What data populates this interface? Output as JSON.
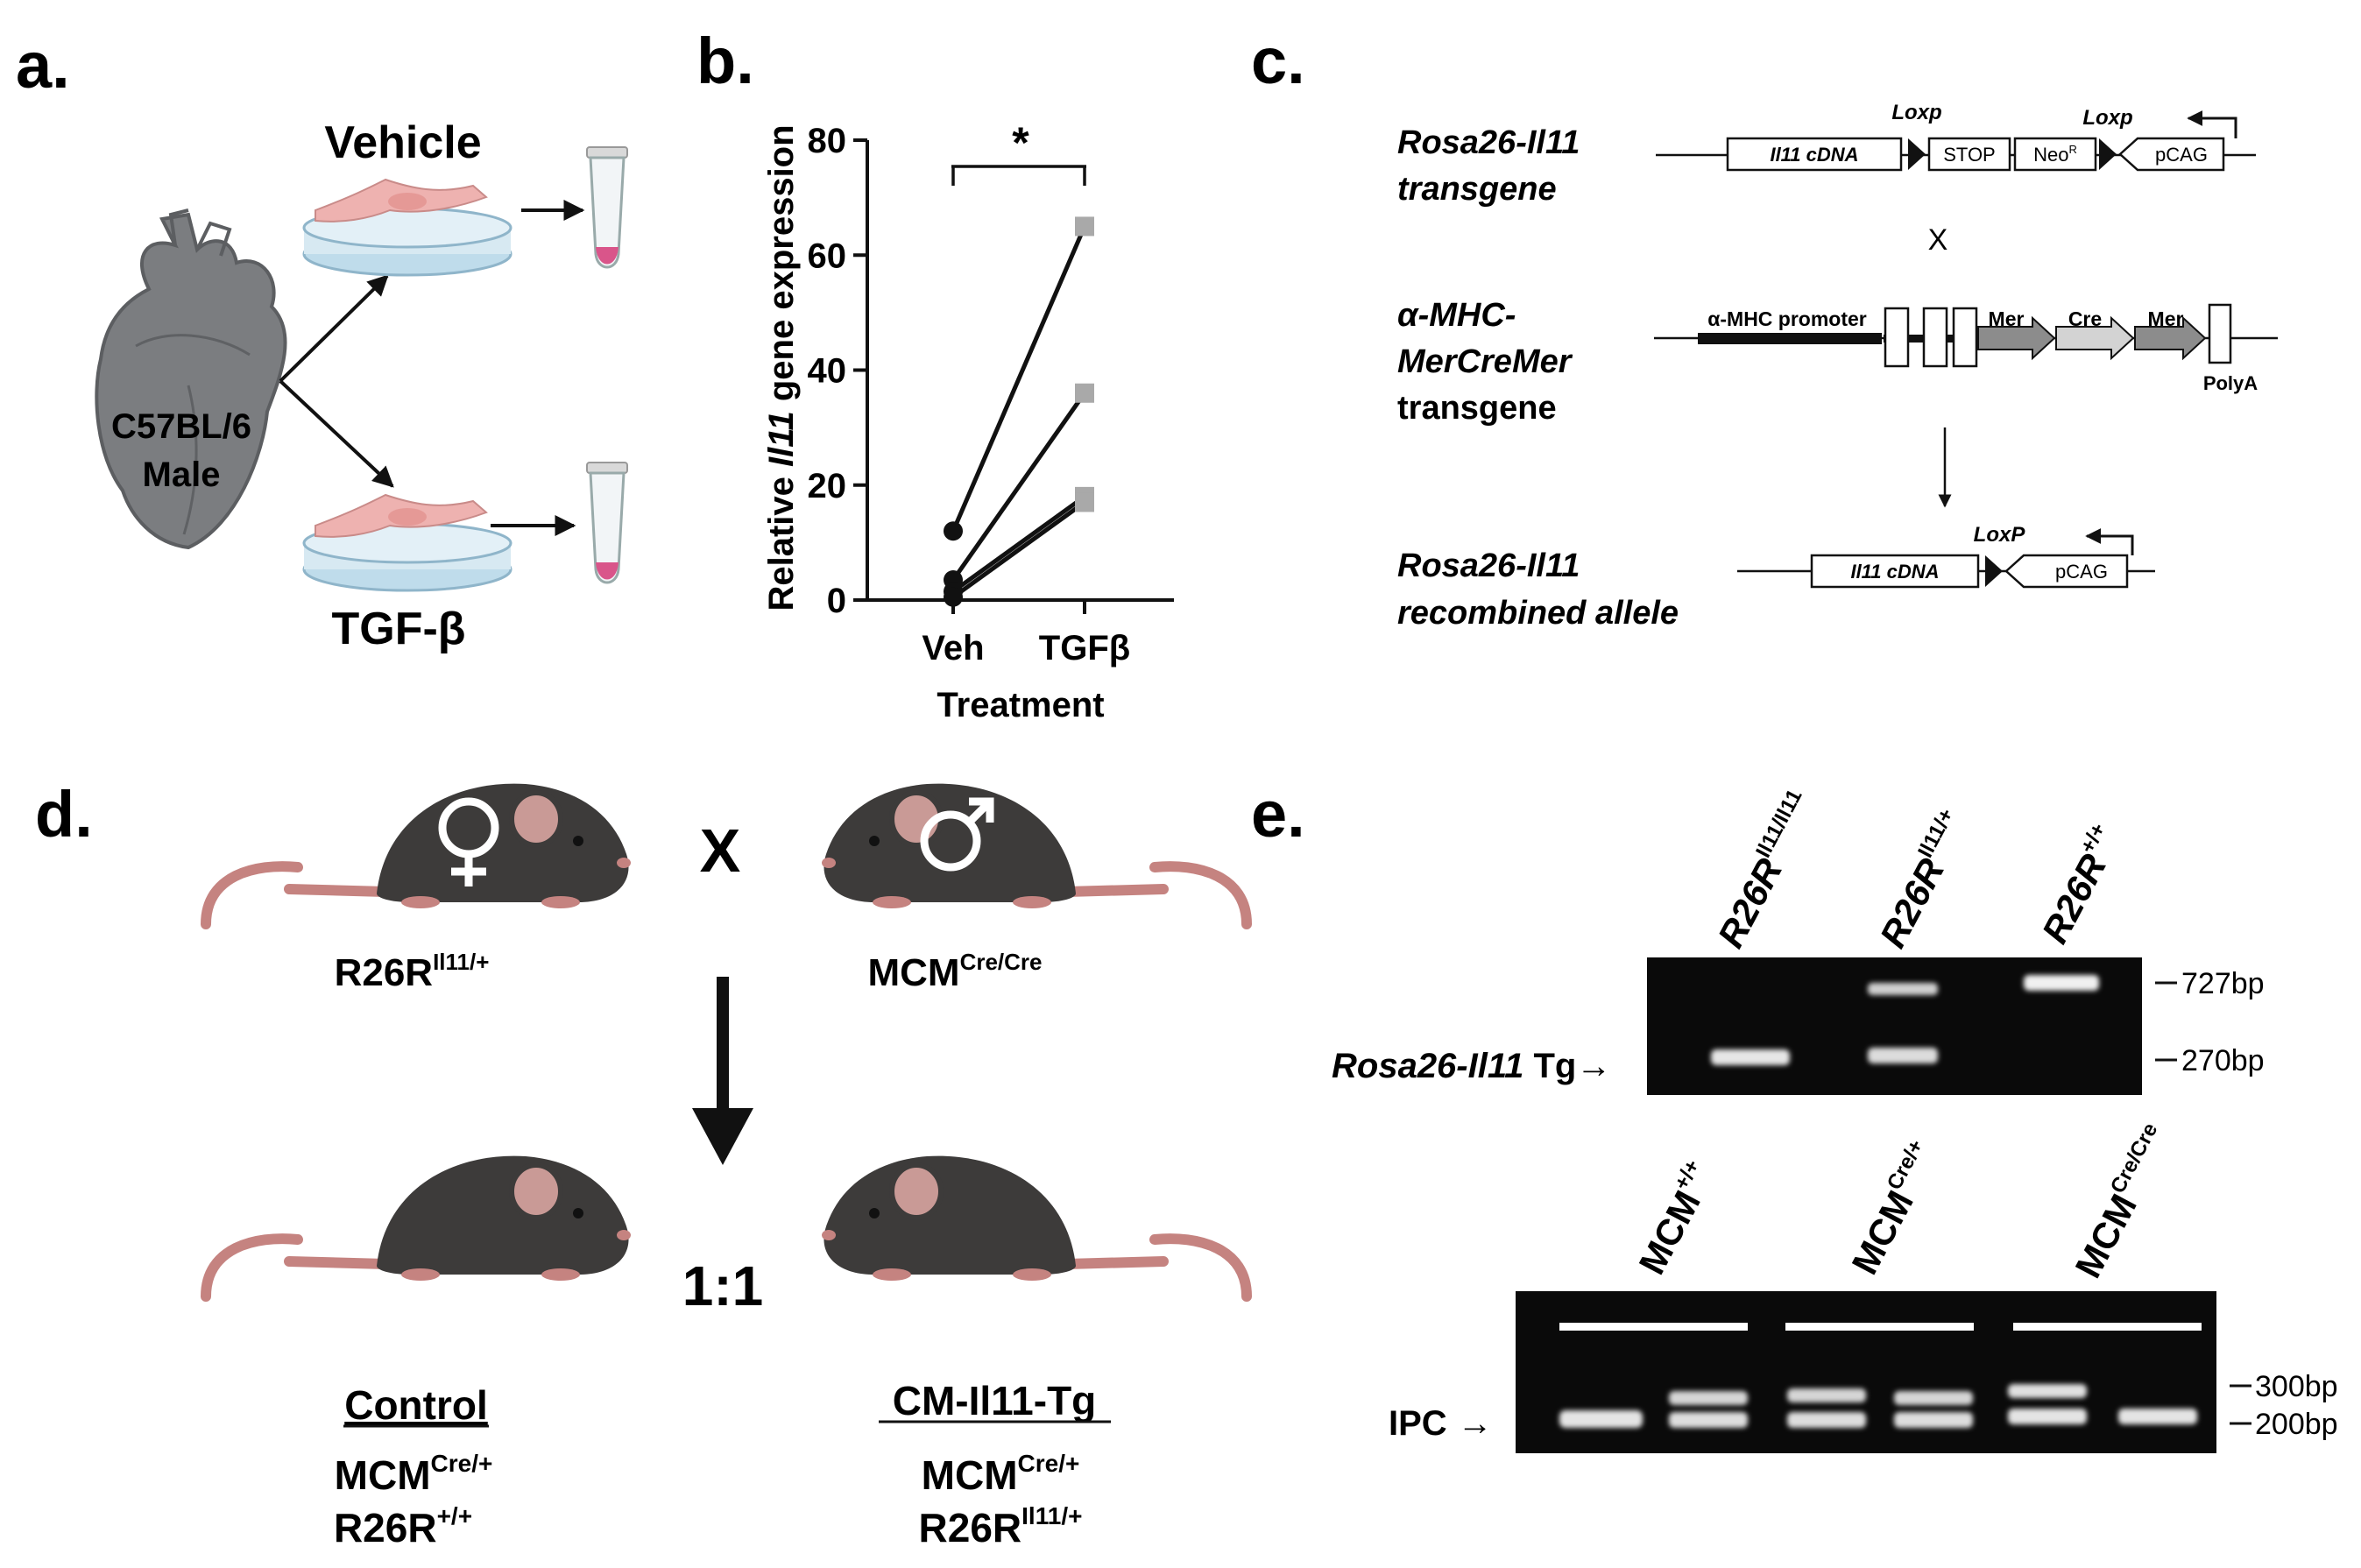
{
  "panel_labels": {
    "a": "a.",
    "b": "b.",
    "c": "c.",
    "d": "d.",
    "e": "e."
  },
  "colors": {
    "heart": "#7b7d80",
    "cell": "#eeb2b0",
    "dish": "#bfdceb",
    "tube_liquid": "#d9558a",
    "mouse_body": "#3d3b3a",
    "mouse_tail": "#c58380",
    "gel_bg": "#0a0a0a",
    "tgfb_marker": "#a9a9a9"
  },
  "panel_a": {
    "heart_label": "C57BL/6",
    "heart_label2": "Male",
    "vehicle": "Vehicle",
    "tgfb": "TGF-β"
  },
  "chart_data": {
    "type": "line",
    "ylabel_pre": "Relative ",
    "ylabel_gene": "Il11",
    "ylabel_post": " gene expression",
    "xlabel": "Treatment",
    "categories": [
      "Veh",
      "TGFβ"
    ],
    "ylim": [
      0,
      80
    ],
    "yticks": [
      "0",
      "20",
      "40",
      "60",
      "80"
    ],
    "significance": "*",
    "pairs": [
      {
        "veh": 12,
        "tgfb": 65
      },
      {
        "veh": 3.5,
        "tgfb": 36
      },
      {
        "veh": 1.5,
        "tgfb": 18
      },
      {
        "veh": 0.5,
        "tgfb": 17
      }
    ]
  },
  "panel_c": {
    "rosa_line1": "Rosa26-Il11",
    "rosa_line2": "transgene",
    "cross": "X",
    "mhc_line1": "α-MHC-",
    "mhc_line2": "MerCreMer",
    "mhc_line3": "transgene",
    "rec_line1": "Rosa26-Il11",
    "rec_line2": "recombined allele",
    "il11_cdna": "Il11 cDNA",
    "stop": "STOP",
    "neo": "Neo",
    "neo_sup": "R",
    "pcag": "pCAG",
    "loxp_upper": "Loxp",
    "loxp_rec": "LoxP",
    "mhc_promoter": "α-MHC promoter",
    "mer": "Mer",
    "cre": "Cre",
    "polya": "PolyA"
  },
  "panel_d": {
    "female_base": "R26R",
    "female_sup": "Il11/+",
    "male_base": "MCM",
    "male_sup": "Cre/Cre",
    "cross": "X",
    "ratio": "1:1",
    "control_title": "Control",
    "control_l1_base": "MCM",
    "control_l1_sup": "Cre/+",
    "control_l2_base": "R26R",
    "control_l2_sup": "+/+",
    "tg_title": "CM-Il11-Tg",
    "tg_l1_base": "MCM",
    "tg_l1_sup": "Cre/+",
    "tg_l2_base": "R26R",
    "tg_l2_sup": "Il11/+"
  },
  "panel_e": {
    "r26_lanes": [
      {
        "base": "R26R",
        "sup": "Il11/Il11"
      },
      {
        "base": "R26R",
        "sup": "Il11/+"
      },
      {
        "base": "R26R",
        "sup": "+/+"
      }
    ],
    "size_727": "727bp",
    "size_270": "270bp",
    "tg_label_italic": "Rosa26-Il11",
    "tg_label_rest": " Tg→",
    "mcm_lanes": [
      {
        "base": "MCM",
        "sup": "+/+"
      },
      {
        "base": "MCM",
        "sup": "Cre/+"
      },
      {
        "base": "MCM",
        "sup": "Cre/Cre"
      }
    ],
    "size_300": "300bp",
    "size_200": "200bp",
    "ipc": "IPC",
    "ipc_arrow": "→"
  }
}
